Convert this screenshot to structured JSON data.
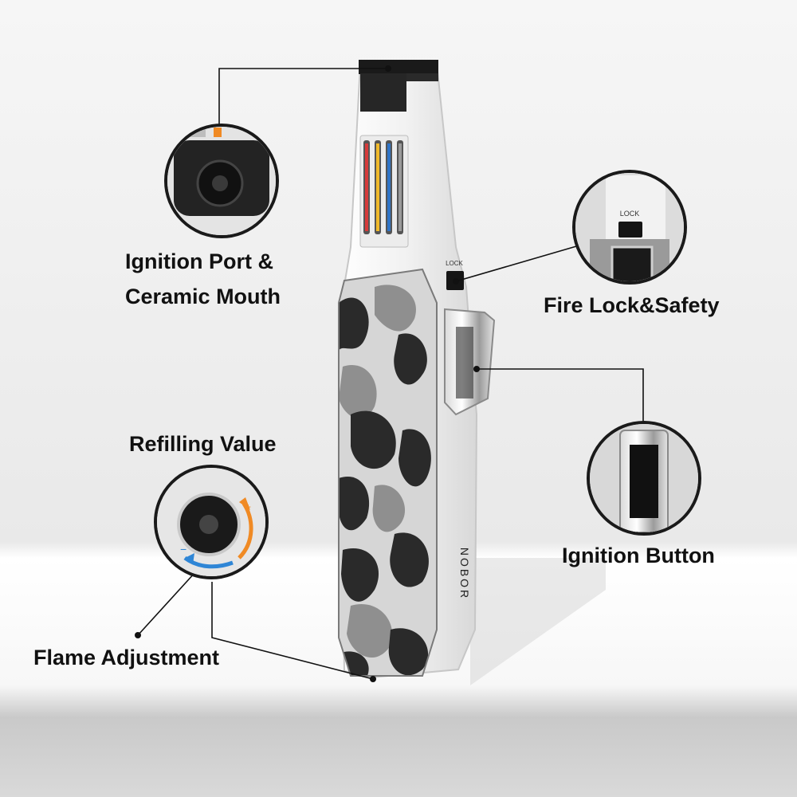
{
  "callouts": {
    "ignition_port": {
      "line1": "Ignition Port &",
      "line2": "Ceramic Mouth"
    },
    "fire_lock": "Fire Lock&Safety",
    "refilling": "Refilling Value",
    "ignition_button": "Ignition Button",
    "flame_adjustment": "Flame Adjustment"
  },
  "device": {
    "lock_label": "LOCK",
    "brand": "NOBOR",
    "colors": {
      "body": "#f4f4f4",
      "nozzle": "#1a1a1a",
      "camo_dark": "#2a2a2a",
      "camo_mid": "#8f8f8f",
      "camo_light": "#d6d6d6",
      "stripe_red": "#d63a3a",
      "stripe_yellow": "#f0b92a",
      "stripe_blue": "#2f74c8",
      "adjust_arrow_orange": "#f08a24",
      "adjust_arrow_blue": "#2f86d6"
    }
  }
}
